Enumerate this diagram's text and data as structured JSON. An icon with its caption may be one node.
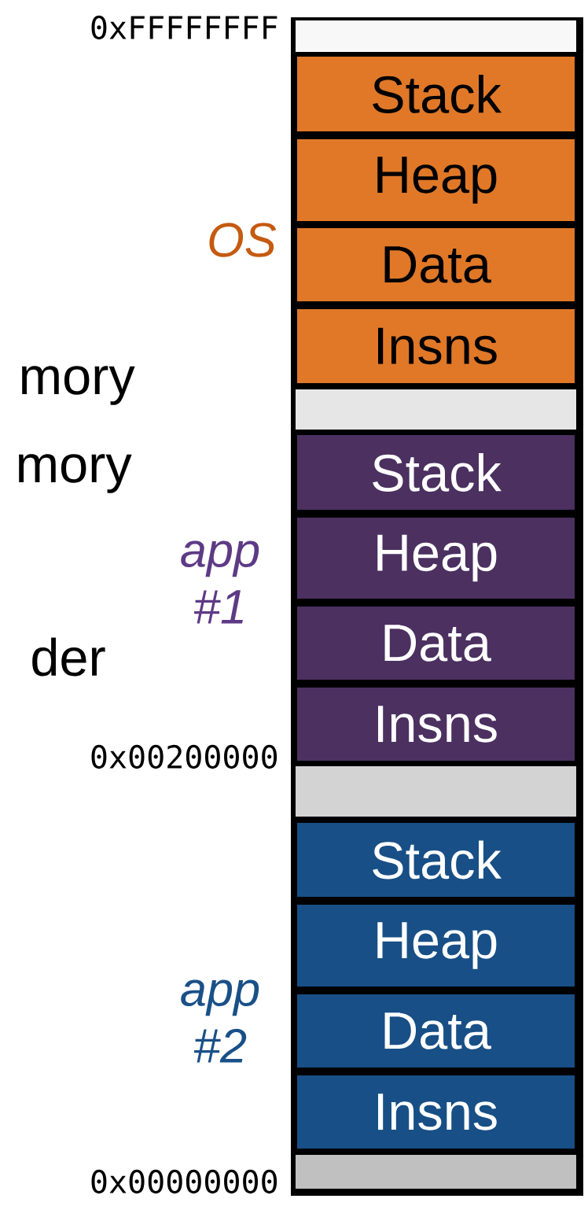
{
  "diagram": {
    "nodes": [
      {
        "text": [],
        "shape": "box"
      },
      {
        "text": [],
        "shape": "bar",
        "in": 0
      },
      {
        "text": [
          "Stack"
        ],
        "in": 0
      },
      {
        "text": [
          "Heap"
        ],
        "in": 0
      },
      {
        "text": [
          "Data"
        ],
        "in": 0
      },
      {
        "text": [
          "Insns"
        ],
        "in": 0
      },
      {
        "text": [],
        "shape": "bar",
        "in": 0
      },
      {
        "text": [
          "Stack"
        ],
        "in": 0
      },
      {
        "text": [
          "Heap"
        ],
        "in": 0
      },
      {
        "text": [
          "Data"
        ],
        "in": 0
      },
      {
        "text": [
          "Insns"
        ],
        "in": 0
      },
      {
        "text": [],
        "shape": "bar",
        "in": 0
      },
      {
        "text": [
          "Stack"
        ],
        "in": 0
      },
      {
        "text": [
          "Heap"
        ],
        "in": 0
      },
      {
        "text": [
          "Data"
        ],
        "in": 0
      },
      {
        "text": [
          "Insns"
        ],
        "in": 0
      },
      {
        "text": [],
        "shape": "bar",
        "in": 0
      }
    ],
    "labels": [
      "0xFFFFFFFF",
      "OS",
      "mory",
      "mory",
      "app #1",
      "der",
      "0x00200000",
      "app #2",
      "0x00000000"
    ]
  }
}
